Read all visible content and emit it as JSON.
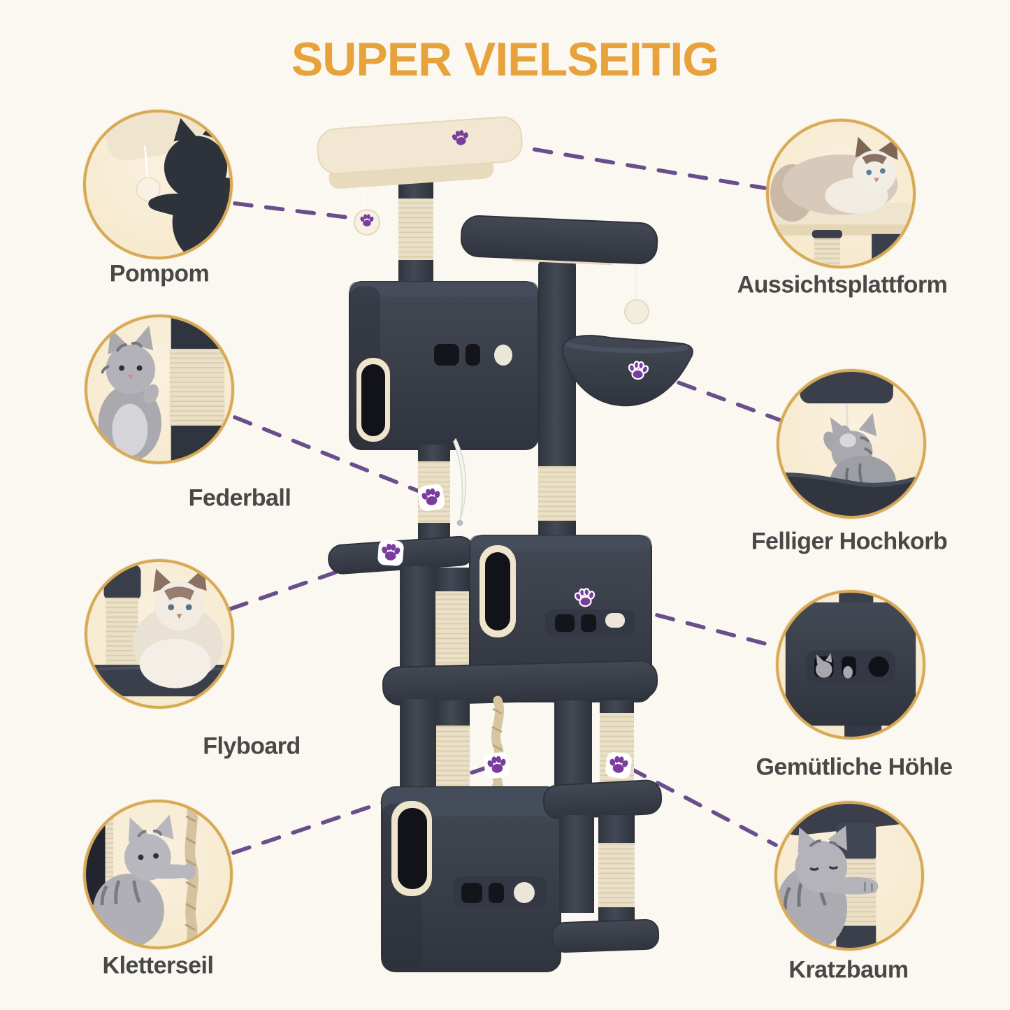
{
  "title": "SUPER VIELSEITIG",
  "features": {
    "left": [
      {
        "label": "Pompom",
        "photo": "cat-batting-pompom-photo",
        "marker": "paw-icon"
      },
      {
        "label": "Federball",
        "photo": "kitten-at-sisal-post-photo",
        "marker": "paw-icon"
      },
      {
        "label": "Flyboard",
        "photo": "fluffy-cat-on-board-photo",
        "marker": "paw-icon"
      },
      {
        "label": "Kletterseil",
        "photo": "kitten-climbing-rope-photo",
        "marker": "paw-icon"
      }
    ],
    "right": [
      {
        "label": "Aussichtsplattform",
        "photo": "cat-on-top-platform-photo",
        "marker": "paw-icon"
      },
      {
        "label": "Felliger Hochkorb",
        "photo": "kitten-in-plush-basket-photo",
        "marker": "paw-icon"
      },
      {
        "label": "Gemütliche Höhle",
        "photo": "cat-cave-peek-holes-photo",
        "marker": "paw-icon"
      },
      {
        "label": "Kratzbaum",
        "photo": "cat-hugging-scratch-post-photo",
        "marker": "paw-icon"
      }
    ]
  },
  "colors": {
    "background": "#FAF8F0",
    "title": "#E7A23C",
    "circle_border": "#D8A954",
    "circle_fill": "#F7ECD4",
    "callout_line": "#6A4E8C",
    "paw_print": "#7A3C9E",
    "label_text": "#484848",
    "tree_plush_dark": "#3A3F4B",
    "tree_sisal": "#EAE0C8",
    "tree_cream": "#F1E7D3"
  }
}
